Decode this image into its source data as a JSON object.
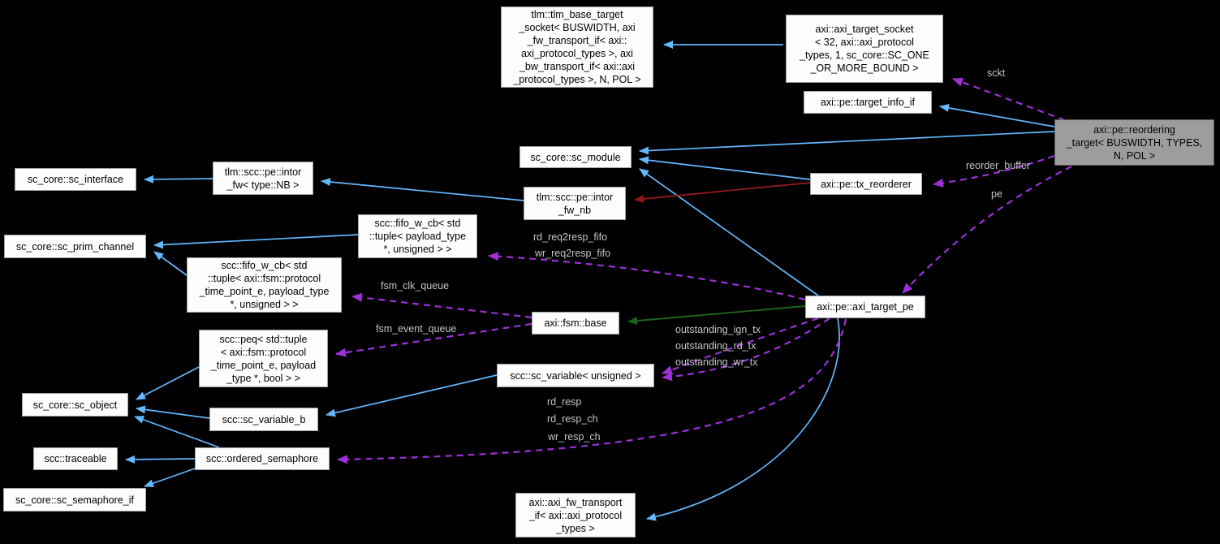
{
  "diagram_type": "collaboration-diagram",
  "colors": {
    "background": "#000000",
    "node_fill": "#fdfdfd",
    "node_border": "#9ba3ab",
    "main_node_fill": "#9d9d9d",
    "inheritance_public": "#63b8ff",
    "inheritance_protected": "#1c641c",
    "inheritance_private": "#8b1a1a",
    "usage_edge": "#9e30d9",
    "edge_label_text": "#c2c6ca"
  },
  "nodes": {
    "tlm_base_target_socket": {
      "label": "tlm::tlm_base_target\n_socket< BUSWIDTH, axi\n_fw_transport_if< axi::\naxi_protocol_types >, axi\n_bw_transport_if< axi::axi\n_protocol_types >, N, POL >"
    },
    "axi_target_socket": {
      "label": "axi::axi_target_socket\n< 32, axi::axi_protocol\n_types, 1, sc_core::SC_ONE\n_OR_MORE_BOUND >"
    },
    "target_info_if": {
      "label": "axi::pe::target_info_if"
    },
    "reordering_target": {
      "label": "axi::pe::reordering\n_target< BUSWIDTH, TYPES,\nN, POL >"
    },
    "sc_module": {
      "label": "sc_core::sc_module"
    },
    "tx_reorderer": {
      "label": "axi::pe::tx_reorderer"
    },
    "intor_fw": {
      "label": "tlm::scc::pe::intor\n_fw< type::NB >"
    },
    "sc_interface": {
      "label": "sc_core::sc_interface"
    },
    "intor_fw_nb": {
      "label": "tlm::scc::pe::intor\n_fw_nb"
    },
    "sc_prim_channel": {
      "label": "sc_core::sc_prim_channel"
    },
    "fifo_w_cb_payload": {
      "label": "scc::fifo_w_cb< std\n::tuple< payload_type\n*, unsigned > >"
    },
    "fifo_w_cb_protocol": {
      "label": "scc::fifo_w_cb< std\n::tuple< axi::fsm::protocol\n_time_point_e, payload_type\n*, unsigned > >"
    },
    "fsm_base": {
      "label": "axi::fsm::base"
    },
    "axi_target_pe": {
      "label": "axi::pe::axi_target_pe"
    },
    "peq": {
      "label": "scc::peq< std::tuple\n< axi::fsm::protocol\n_time_point_e, payload\n_type *, bool > >"
    },
    "sc_object": {
      "label": "sc_core::sc_object"
    },
    "sc_variable_b": {
      "label": "scc::sc_variable_b"
    },
    "sc_variable_unsigned": {
      "label": "scc::sc_variable< unsigned >"
    },
    "traceable": {
      "label": "scc::traceable"
    },
    "ordered_semaphore": {
      "label": "scc::ordered_semaphore"
    },
    "sc_semaphore_if": {
      "label": "sc_core::sc_semaphore_if"
    },
    "axi_fw_transport_if": {
      "label": "axi::axi_fw_transport\n_if< axi::axi_protocol\n_types >"
    }
  },
  "edge_labels": {
    "sckt": "sckt",
    "reorder_buffer": "reorder_buffer",
    "pe": "pe",
    "rd_req2resp_fifo": "rd_req2resp_fifo",
    "wr_req2resp_fifo": "wr_req2resp_fifo",
    "fsm_clk_queue": "fsm_clk_queue",
    "fsm_event_queue": "fsm_event_queue",
    "outstanding_ign_tx": "outstanding_ign_tx",
    "outstanding_rd_tx": "outstanding_rd_tx",
    "outstanding_wr_tx": "outstanding_wr_tx",
    "rd_resp": "rd_resp",
    "rd_resp_ch": "rd_resp_ch",
    "wr_resp_ch": "wr_resp_ch"
  },
  "edges": [
    {
      "from": "axi_target_socket",
      "to": "tlm_base_target_socket",
      "type": "public-inheritance"
    },
    {
      "from": "reordering_target",
      "to": "sc_module",
      "type": "public-inheritance"
    },
    {
      "from": "reordering_target",
      "to": "target_info_if",
      "type": "public-inheritance"
    },
    {
      "from": "tx_reorderer",
      "to": "sc_module",
      "type": "public-inheritance"
    },
    {
      "from": "axi_target_pe",
      "to": "sc_module",
      "type": "public-inheritance"
    },
    {
      "from": "tx_reorderer",
      "to": "intor_fw_nb",
      "type": "private-inheritance"
    },
    {
      "from": "intor_fw_nb",
      "to": "intor_fw",
      "type": "public-inheritance"
    },
    {
      "from": "intor_fw",
      "to": "sc_interface",
      "type": "public-inheritance"
    },
    {
      "from": "fifo_w_cb_payload",
      "to": "sc_prim_channel",
      "type": "public-inheritance"
    },
    {
      "from": "fifo_w_cb_protocol",
      "to": "sc_prim_channel",
      "type": "public-inheritance"
    },
    {
      "from": "peq",
      "to": "sc_object",
      "type": "public-inheritance"
    },
    {
      "from": "sc_variable_b",
      "to": "sc_object",
      "type": "public-inheritance"
    },
    {
      "from": "ordered_semaphore",
      "to": "sc_object",
      "type": "public-inheritance"
    },
    {
      "from": "ordered_semaphore",
      "to": "traceable",
      "type": "public-inheritance"
    },
    {
      "from": "ordered_semaphore",
      "to": "sc_semaphore_if",
      "type": "public-inheritance"
    },
    {
      "from": "sc_variable_unsigned",
      "to": "sc_variable_b",
      "type": "public-inheritance"
    },
    {
      "from": "axi_target_pe",
      "to": "axi_fw_transport_if",
      "type": "public-inheritance"
    },
    {
      "from": "axi_target_pe",
      "to": "fsm_base",
      "type": "protected-inheritance"
    },
    {
      "from": "reordering_target",
      "to": "axi_target_socket",
      "type": "usage",
      "labels": [
        "sckt"
      ]
    },
    {
      "from": "reordering_target",
      "to": "tx_reorderer",
      "type": "usage",
      "labels": [
        "reorder_buffer"
      ]
    },
    {
      "from": "reordering_target",
      "to": "axi_target_pe",
      "type": "usage",
      "labels": [
        "pe"
      ]
    },
    {
      "from": "axi_target_pe",
      "to": "fifo_w_cb_payload",
      "type": "usage",
      "labels": [
        "rd_req2resp_fifo",
        "wr_req2resp_fifo"
      ]
    },
    {
      "from": "fsm_base",
      "to": "fifo_w_cb_protocol",
      "type": "usage",
      "labels": [
        "fsm_clk_queue"
      ]
    },
    {
      "from": "fsm_base",
      "to": "peq",
      "type": "usage",
      "labels": [
        "fsm_event_queue"
      ]
    },
    {
      "from": "axi_target_pe",
      "to": "sc_variable_unsigned",
      "type": "usage",
      "labels": [
        "outstanding_ign_tx",
        "outstanding_rd_tx",
        "outstanding_wr_tx"
      ]
    },
    {
      "from": "axi_target_pe",
      "to": "ordered_semaphore",
      "type": "usage",
      "labels": [
        "rd_resp",
        "rd_resp_ch",
        "wr_resp_ch"
      ]
    }
  ]
}
